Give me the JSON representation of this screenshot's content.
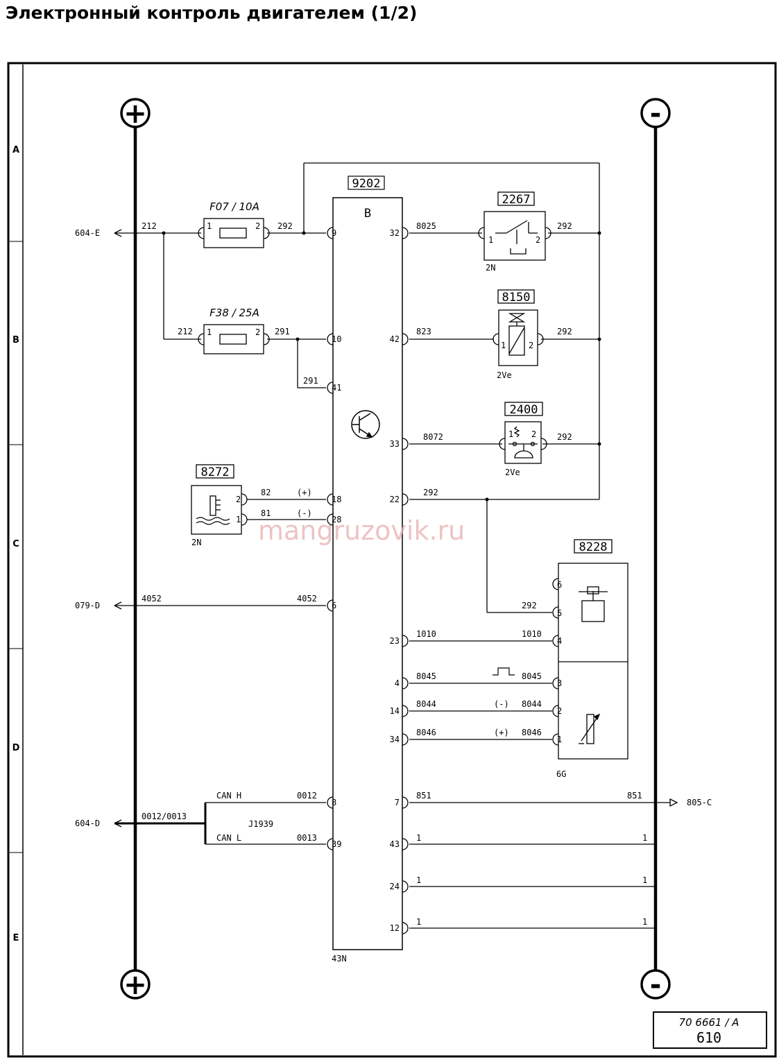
{
  "title": "Электронный контроль двигателем (1/2)",
  "watermark": "mangruzovik.ru",
  "rails": {
    "plus_symbol": "+",
    "minus_symbol": "-"
  },
  "zones": [
    "A",
    "B",
    "C",
    "D",
    "E"
  ],
  "stamp": {
    "code": "70 6661 / A",
    "page": "610"
  },
  "ecu": {
    "id": "9202",
    "letter": "B",
    "location": "43N"
  },
  "fuses": [
    {
      "label": "F07 / 10A",
      "pin_left": "1",
      "pin_right": "2"
    },
    {
      "label": "F38 / 25A",
      "pin_left": "1",
      "pin_right": "2"
    }
  ],
  "wires": {
    "w212a": "212",
    "w292a": "292",
    "w212b": "212",
    "w291a": "291",
    "w291b": "291",
    "w8025": "8025",
    "w292_2267": "292",
    "w823": "823",
    "w292_8150": "292",
    "w8072": "8072",
    "w292_2400": "292",
    "w292_22": "292",
    "w292_8228": "292",
    "w82": "82",
    "w81": "81",
    "w4052_l": "4052",
    "w4052_r": "4052",
    "w1010_l": "1010",
    "w1010_r": "1010",
    "w8045_l": "8045",
    "w8045_r": "8045",
    "w8044_l": "8044",
    "w8044_r": "8044",
    "w8046_l": "8046",
    "w8046_r": "8046",
    "w851_l": "851",
    "w851_r": "851",
    "can_h": "CAN H",
    "can_l": "CAN L",
    "w0012": "0012",
    "w0013": "0013",
    "w0012_0013": "0012/0013",
    "j1939": "J1939",
    "w1_43_l": "1",
    "w1_43_r": "1",
    "w1_24_l": "1",
    "w1_24_r": "1",
    "w1_12_l": "1",
    "w1_12_r": "1",
    "plus_sign": "(+)",
    "minus_sign": "(-)",
    "minus_sign2": "(-)",
    "plus_sign2": "(+)"
  },
  "ecu_pins": {
    "p9": "9",
    "p10": "10",
    "p41": "41",
    "p18": "18",
    "p28": "28",
    "p6": "6",
    "p8": "8",
    "p39": "39",
    "p32": "32",
    "p42": "42",
    "p33": "33",
    "p22": "22",
    "p23": "23",
    "p4": "4",
    "p14": "14",
    "p34": "34",
    "p7": "7",
    "p43": "43",
    "p24": "24",
    "p12": "12"
  },
  "components": {
    "c2267": {
      "id": "2267",
      "pin1": "1",
      "pin2": "2",
      "location": "2N"
    },
    "c8150": {
      "id": "8150",
      "pin1": "1",
      "pin2": "2",
      "location": "2Ve"
    },
    "c2400": {
      "id": "2400",
      "pin1": "1",
      "pin2": "2",
      "location": "2Ve"
    },
    "c8272": {
      "id": "8272",
      "pin1": "1",
      "pin2": "2",
      "location": "2N"
    },
    "c8228": {
      "id": "8228",
      "pins": [
        "6",
        "5",
        "4",
        "3",
        "2",
        "1"
      ],
      "location": "6G"
    }
  },
  "refs": {
    "r604e": "604-E",
    "r079d": "079-D",
    "r604d": "604-D",
    "r805c": "805-C"
  }
}
